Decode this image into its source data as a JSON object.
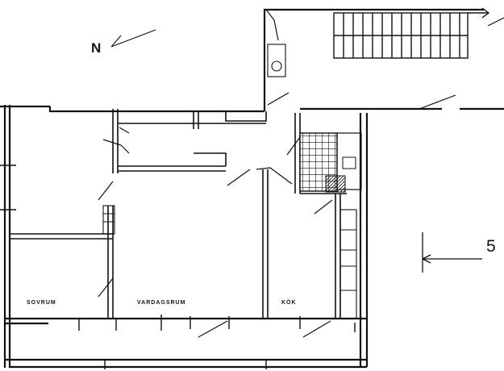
{
  "compass": {
    "label": "N"
  },
  "section_marker": {
    "label": "5"
  },
  "rooms": {
    "sovrum": "SOVRUM",
    "vardagsrum": "VARDAGSRUM",
    "kok": "KÖK",
    "hall": "",
    "bad": "",
    "kl": "",
    "st": "",
    "kyl": "",
    "sk": "",
    "vaskare": ""
  },
  "colors": {
    "ink": "#111111",
    "paper": "#ffffff"
  }
}
